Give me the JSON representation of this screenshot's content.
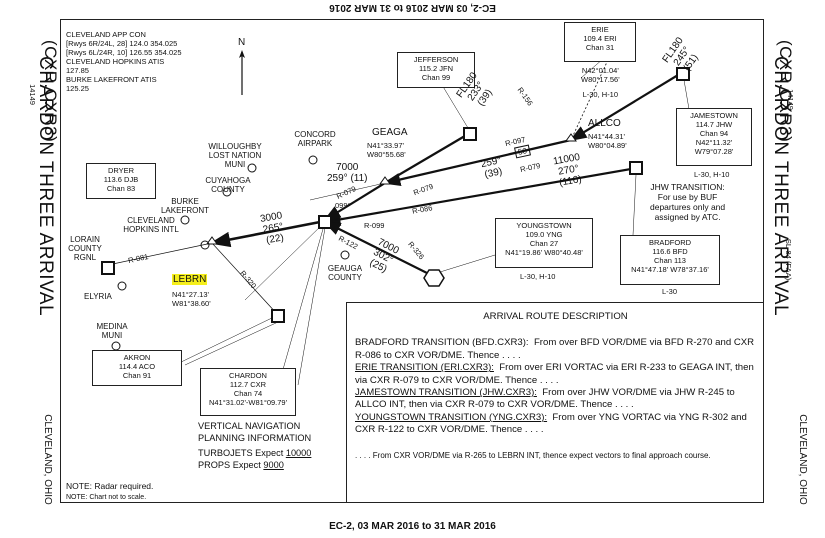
{
  "header": {
    "top_effective": "EC-2, 03 MAR 2016 to 31 MAR 2016",
    "bottom_effective": "EC-2, 03 MAR 2016 to 31 MAR 2016"
  },
  "procedure": {
    "name": "CHARDON THREE ARRIVAL",
    "code": "(CXR.CXR3)",
    "amendment": "14149",
    "faa_code": "SL-84 (FAA)",
    "location": "CLEVELAND, OHIO"
  },
  "comms": {
    "app_con": "CLEVELAND APP CON",
    "app_line1": "[Rwys 6R/24L, 28] 124.0  354.025",
    "app_line2": "[Rwys 6L/24R, 10] 126.55  354.025",
    "hopkins_atis": "CLEVELAND HOPKINS ATIS",
    "hopkins_atis_freq": "127.85",
    "burke_atis": "BURKE LAKEFRONT ATIS",
    "burke_atis_freq": "125.25"
  },
  "north": "N",
  "navaids": {
    "jefferson": {
      "name": "JEFFERSON",
      "freq": "115.2  JFN",
      "chan": "Chan 99"
    },
    "erie": {
      "name": "ERIE",
      "freq": "109.4 ERI",
      "chan": "Chan 31",
      "lat": "N42°01.04'",
      "lon": "W80°17.56'",
      "cls": "L-30, H-10"
    },
    "jamestown": {
      "name": "JAMESTOWN",
      "freq": "114.7 JHW",
      "chan": "Chan 94",
      "lat": "N42°11.32'",
      "lon": "W79°07.28'",
      "cls": "L-30, H-10"
    },
    "dryer": {
      "name": "DRYER",
      "freq": "113.6  DJB",
      "chan": "Chan 83"
    },
    "youngstown": {
      "name": "YOUNGSTOWN",
      "freq": "109.0  YNG",
      "chan": "Chan 27",
      "coords": "N41°19.86' W80°40.48'",
      "cls": "L-30, H-10"
    },
    "bradford": {
      "name": "BRADFORD",
      "freq": "116.6  BFD",
      "chan": "Chan 113",
      "coords": "N41°47.18' W78°37.16'",
      "cls": "L-30"
    },
    "akron": {
      "name": "AKRON",
      "freq": "114.4  ACO",
      "chan": "Chan 91"
    },
    "chardon": {
      "name": "CHARDON",
      "freq": "112.7  CXR",
      "chan": "Chan 74",
      "coords": "N41°31.02'-W81°09.79'"
    }
  },
  "fixes": {
    "geaga": {
      "name": "GEAGA",
      "lat": "N41°33.97'",
      "lon": "W80°55.68'"
    },
    "allco": {
      "name": "ALLCO",
      "lat": "N41°44.31'",
      "lon": "W80°04.89'"
    },
    "lebrn": {
      "name": "LEBRN",
      "lat": "N41°27.13'",
      "lon": "W81°38.60'"
    }
  },
  "airports": {
    "willoughby": "WILLOUGHBY LOST NATION MUNI",
    "concord": "CONCORD AIRPARK",
    "cuyahoga": "CUYAHOGA COUNTY",
    "burke": "BURKE LAKEFRONT",
    "hopkins": "CLEVELAND HOPKINS INTL",
    "lorain": "LORAIN COUNTY RGNL",
    "elyria": "ELYRIA",
    "medina": "MEDINA MUNI",
    "geauga": "GEAUGA COUNTY"
  },
  "route_labels": {
    "fl180_jfn": "FL180",
    "jfn_course": "233°",
    "jfn_dist": "(39)",
    "fl180_jhw": "FL180",
    "jhw_course": "245°",
    "jhw_dist": "(51)",
    "bfd_alt": "11000",
    "bfd_course": "270°",
    "bfd_dist": "(116)",
    "allco_alt": "259°",
    "allco_dist": "(39)",
    "allco_seg": "50",
    "geaga_alt": "7000",
    "geaga_course": "259° (11)",
    "yng_alt": "7000",
    "yng_course": "302°",
    "yng_dist": "(25)",
    "lebrn_alt": "3000",
    "lebrn_course": "265°",
    "lebrn_dist": "(22)",
    "r156": "R-156",
    "r097": "R-097",
    "r079a": "R-079",
    "r079b": "R-079",
    "r086": "R-086",
    "r099": "R-099",
    "r122": "R-122",
    "r326": "R-326",
    "r081": "R-081",
    "r320": "R-320",
    "r099b": "099°"
  },
  "jhw_transition_note": [
    "JHW TRANSITION:",
    "For use by BUF",
    "departures only and",
    "assigned by ATC."
  ],
  "vertical_nav": {
    "title1": "VERTICAL NAVIGATION",
    "title2": "PLANNING INFORMATION",
    "turbojets": "TURBOJETS  Expect",
    "turbojets_alt": "10000",
    "props": "PROPS   Expect",
    "props_alt": "9000"
  },
  "notes": {
    "radar": "NOTE:  Radar required.",
    "scale": "NOTE:  Chart not to scale."
  },
  "description": {
    "title": "ARRIVAL ROUTE DESCRIPTION",
    "bfd_head": "BRADFORD TRANSITION (BFD.CXR3):",
    "bfd_body": "From over BFD VOR/DME via BFD R-270 and CXR R-086 to CXR VOR/DME.  Thence . . . .",
    "eri_head": "ERIE TRANSITION (ERI.CXR3):",
    "eri_body": "From over ERI VORTAC via ERI R-233 to GEAGA INT, then via CXR R-079 to CXR VOR/DME.  Thence . . . .",
    "jhw_head": "JAMESTOWN TRANSITION (JHW.CXR3):",
    "jhw_body": "From over JHW VOR/DME via JHW R-245 to ALLCO INT, then via CXR R-079 to CXR VOR/DME.  Thence . . . .",
    "yng_head": "YOUNGSTOWN TRANSITION (YNG.CXR3):",
    "yng_body": "From over YNG VORTAC via YNG R-302 and CXR R-122 to CXR VOR/DME.  Thence . . . .",
    "final": ". . . . From CXR VOR/DME via R-265 to LEBRN INT, thence expect vectors to final approach course."
  }
}
